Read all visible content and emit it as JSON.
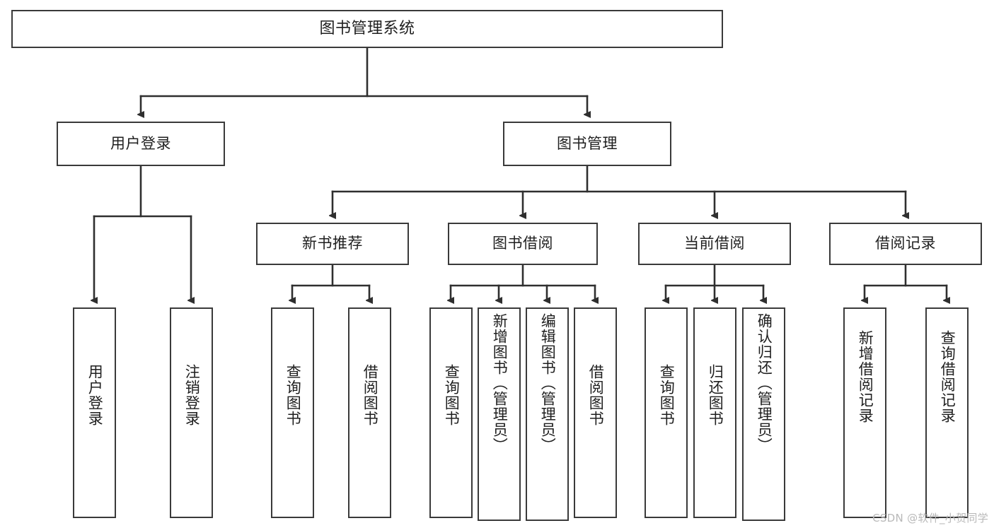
{
  "diagram": {
    "title": "图书管理系统",
    "root": {
      "id": "root",
      "label": "图书管理系统"
    },
    "level2": [
      {
        "id": "user-login",
        "label": "用户登录"
      },
      {
        "id": "book-manage",
        "label": "图书管理"
      }
    ],
    "level3": [
      {
        "id": "new-book-recommend",
        "label": "新书推荐"
      },
      {
        "id": "book-borrow",
        "label": "图书借阅"
      },
      {
        "id": "current-borrow",
        "label": "当前借阅"
      },
      {
        "id": "borrow-record",
        "label": "借阅记录"
      }
    ],
    "leaves": [
      {
        "id": "leaf-user-login",
        "label": "用户登录",
        "parent": "用户登录"
      },
      {
        "id": "leaf-logout-login",
        "label": "注销登录",
        "parent": "用户登录"
      },
      {
        "id": "leaf-query-book-1",
        "label": "查询图书",
        "parent": "新书推荐"
      },
      {
        "id": "leaf-borrow-book-1",
        "label": "借阅图书",
        "parent": "新书推荐"
      },
      {
        "id": "leaf-query-book-2",
        "label": "查询图书",
        "parent": "图书借阅"
      },
      {
        "id": "leaf-add-book",
        "label": "新增图书（管理员）",
        "parent": "图书借阅"
      },
      {
        "id": "leaf-edit-book",
        "label": "编辑图书（管理员）",
        "parent": "图书借阅"
      },
      {
        "id": "leaf-borrow-book-2",
        "label": "借阅图书",
        "parent": "图书借阅"
      },
      {
        "id": "leaf-query-book-3",
        "label": "查询图书",
        "parent": "当前借阅"
      },
      {
        "id": "leaf-return-book",
        "label": "归还图书",
        "parent": "当前借阅"
      },
      {
        "id": "leaf-confirm-return",
        "label": "确认归还（管理员）",
        "parent": "当前借阅"
      },
      {
        "id": "leaf-add-record",
        "label": "新增借阅记录",
        "parent": "借阅记录"
      },
      {
        "id": "leaf-query-record",
        "label": "查询借阅记录",
        "parent": "借阅记录"
      }
    ],
    "watermark": "CSDN @软件_小贺同学",
    "colors": {
      "stroke": "#3a3a3a",
      "edge": "#2f2f2f",
      "background": "#ffffff",
      "text": "#1f1f1f",
      "watermark": "#b9b9b9"
    }
  }
}
